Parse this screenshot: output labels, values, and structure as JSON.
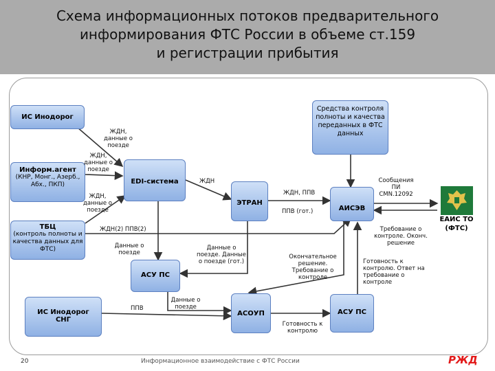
{
  "title": {
    "line1": "Схема информационных потоков предварительного",
    "line2": "информирования ФТС России в объеме ст.159",
    "line3": "и регистрации прибытия"
  },
  "boxes": {
    "is_inodorog": "ИС Инодорог",
    "inform_agent": "Информ.агент",
    "inform_agent_sub": "(КНР, Монг., Азерб., Абх., ПКП)",
    "tbc": "ТБЦ",
    "tbc_sub": "(контроль полноты и качества данных для ФТС)",
    "is_inodorog_sng_1": "ИС Инодорог",
    "is_inodorog_sng_2": "СНГ",
    "edi": "EDI-система",
    "etran": "ЭТРАН",
    "asu_ps_left": "АСУ ПС",
    "asoup": "АСОУП",
    "aisev": "АИСЭВ",
    "asu_ps_right": "АСУ ПС",
    "sredstva": "Средства контроля полноты и качества переданных в ФТС данных",
    "eais": "ЕАИС ТО (ФТС)"
  },
  "labels": {
    "zhdn_data1": "ЖДН, данные о поезде",
    "zhdn_data2": "ЖДН, данные о поезде",
    "zhdn_data3": "ЖДН, данные о поезде",
    "zhdn": "ЖДН",
    "zhdn_ppv": "ЖДН, ППВ",
    "ppv_got": "ППВ (гот.)",
    "soobsheniya": "Сообщения ПИ CMN.12092",
    "zhdn2_ppv2": "ЖДН(2) ППВ(2)",
    "trebovanie": "Требование о контроле. Оконч. решение",
    "dannye_poezde": "Данные о поезде",
    "dannye_etran": "Данные о поезде. Данные о поезде (гот.)",
    "okonch_reshenie": "Окончательное решение. Требование о контроле",
    "gotovnost_otvet": "Готовность к контролю. Ответ на требование о контроле",
    "ppv": "ППВ",
    "dannye_asoup": "Данные о поезде",
    "gotovnost": "Готовность к контролю"
  },
  "footer": {
    "page": "20",
    "text": "Информационное взаимодействие с ФТС России",
    "logo": "РЖД"
  }
}
